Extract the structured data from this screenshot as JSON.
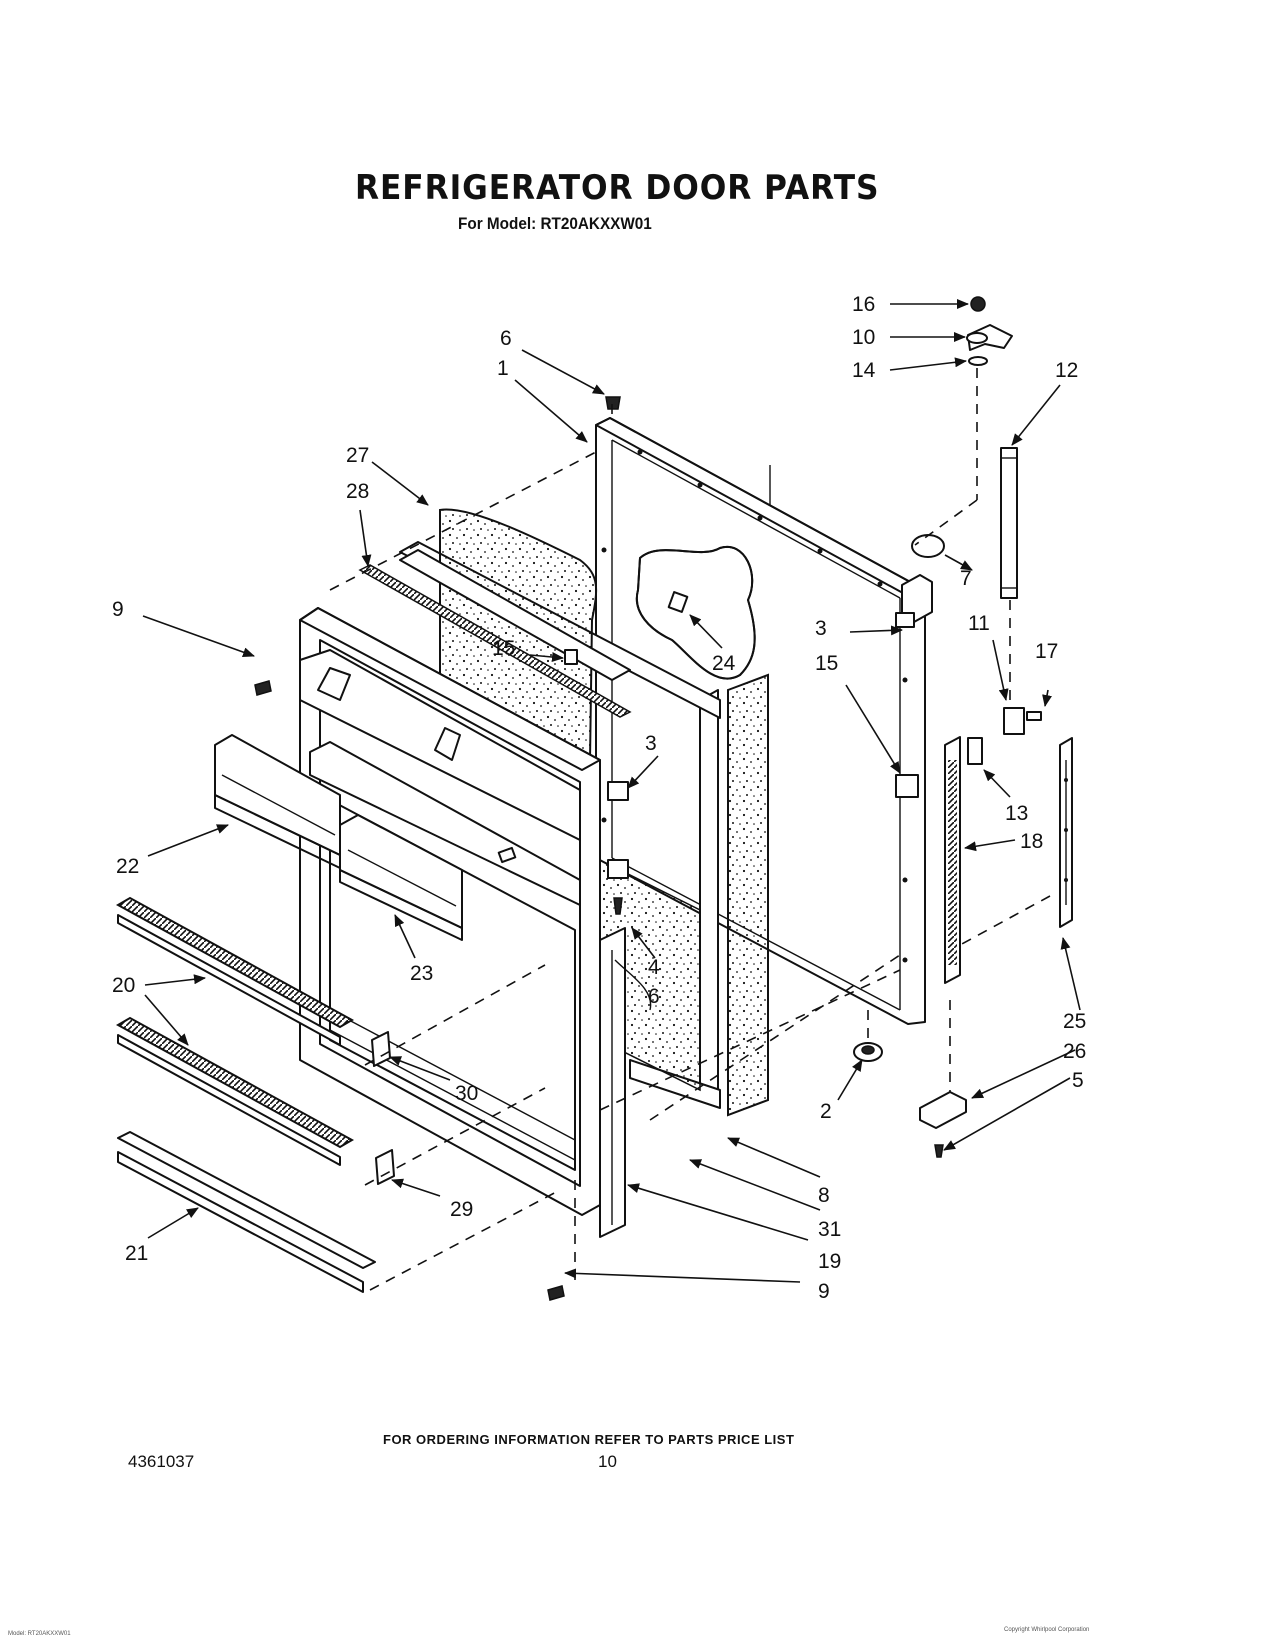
{
  "page": {
    "title": "REFRIGERATOR DOOR PARTS",
    "subtitle": "For Model: RT20AKXXW01",
    "footer_note": "FOR ORDERING INFORMATION REFER TO PARTS PRICE LIST",
    "page_number": "10",
    "doc_number": "4361037",
    "tiny_left": "Model: RT20AKXXW01",
    "tiny_right": "Copyright Whirlpool Corporation"
  },
  "callouts": [
    {
      "id": "c16",
      "label": "16"
    },
    {
      "id": "c10",
      "label": "10"
    },
    {
      "id": "c14",
      "label": "14"
    },
    {
      "id": "c12",
      "label": "12"
    },
    {
      "id": "c6a",
      "label": "6"
    },
    {
      "id": "c1",
      "label": "1"
    },
    {
      "id": "c27",
      "label": "27"
    },
    {
      "id": "c28",
      "label": "28"
    },
    {
      "id": "c7",
      "label": "7"
    },
    {
      "id": "c9a",
      "label": "9"
    },
    {
      "id": "c3a",
      "label": "3"
    },
    {
      "id": "c11",
      "label": "11"
    },
    {
      "id": "c17",
      "label": "17"
    },
    {
      "id": "c15a",
      "label": "15"
    },
    {
      "id": "c24",
      "label": "24"
    },
    {
      "id": "c15b",
      "label": "15"
    },
    {
      "id": "c3b",
      "label": "3"
    },
    {
      "id": "c13",
      "label": "13"
    },
    {
      "id": "c18",
      "label": "18"
    },
    {
      "id": "c22",
      "label": "22"
    },
    {
      "id": "c4",
      "label": "4"
    },
    {
      "id": "c6b",
      "label": "6"
    },
    {
      "id": "c23",
      "label": "23"
    },
    {
      "id": "c20",
      "label": "20"
    },
    {
      "id": "c25",
      "label": "25"
    },
    {
      "id": "c26",
      "label": "26"
    },
    {
      "id": "c5",
      "label": "5"
    },
    {
      "id": "c2",
      "label": "2"
    },
    {
      "id": "c30",
      "label": "30"
    },
    {
      "id": "c8",
      "label": "8"
    },
    {
      "id": "c31",
      "label": "31"
    },
    {
      "id": "c29",
      "label": "29"
    },
    {
      "id": "c19",
      "label": "19"
    },
    {
      "id": "c21",
      "label": "21"
    },
    {
      "id": "c9b",
      "label": "9"
    }
  ]
}
